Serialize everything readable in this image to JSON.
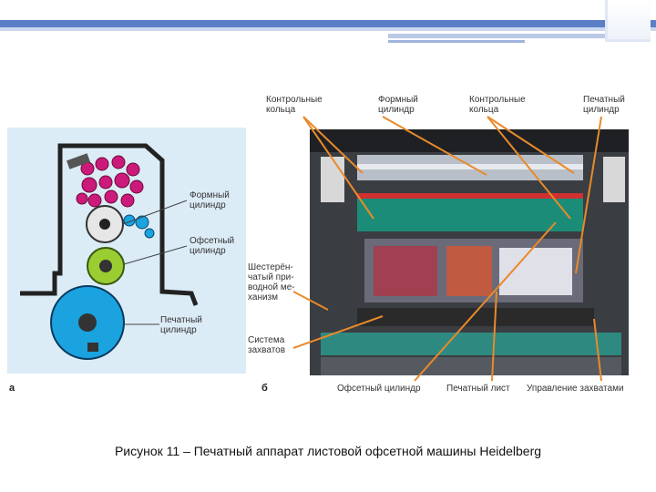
{
  "caption": "Рисунок 11 – Печатный аппарат листовой офсетной машины Heidelberg",
  "panel_a": {
    "letter": "а",
    "labels": {
      "plate_cylinder": [
        "Формный",
        "цилиндр"
      ],
      "offset_cylinder": [
        "Офсетный",
        "цилиндр"
      ],
      "impression_cylinder": [
        "Печатный",
        "цилиндр"
      ]
    }
  },
  "panel_b": {
    "letter": "б",
    "labels": {
      "control_rings_left": [
        "Контрольные",
        "кольца"
      ],
      "plate_cylinder": [
        "Формный",
        "цилиндр"
      ],
      "control_rings_right": [
        "Контрольные",
        "кольца"
      ],
      "impression_cylinder": [
        "Печатный",
        "цилиндр"
      ],
      "gear_mechanism": [
        "Шестерён-",
        "чатый при-",
        "водной ме-",
        "ханизм"
      ],
      "gripper_system": [
        "Система",
        "захватов"
      ],
      "offset_cylinder": "Офсетный цилиндр",
      "printed_sheet": "Печатный лист",
      "gripper_control": "Управление захватами"
    }
  },
  "colors": {
    "accent_bar": "#5b7fc7",
    "arrow": "#e98a2a",
    "impression_blue": "#1aa3df",
    "offset_green": "#9acd32",
    "ink_magenta": "#cc1a7a"
  }
}
